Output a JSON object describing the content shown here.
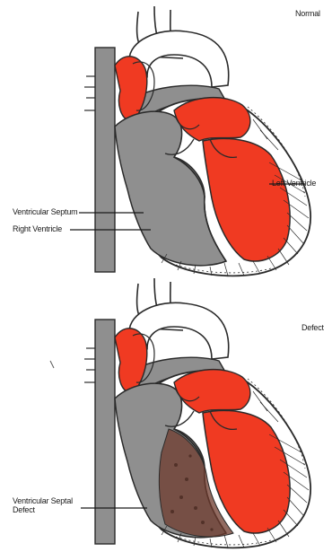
{
  "panels": {
    "normal": {
      "heading": "Normal",
      "labels": {
        "left_ventricle": "Left Ventricle",
        "ventricular_septum": "Ventricular Septum",
        "right_ventricle": "Right Ventricle"
      }
    },
    "defect": {
      "heading": "Defect",
      "labels": {
        "vsd_line1": "Ventricular Septal",
        "vsd_line2": "Defect"
      }
    }
  },
  "colors": {
    "oxygenated_blood": "#f03a22",
    "deoxygenated_blood": "#8f8f8f",
    "defect_mixing": "#6e3a2c",
    "outline": "#2a2a2a",
    "background": "#ffffff"
  }
}
